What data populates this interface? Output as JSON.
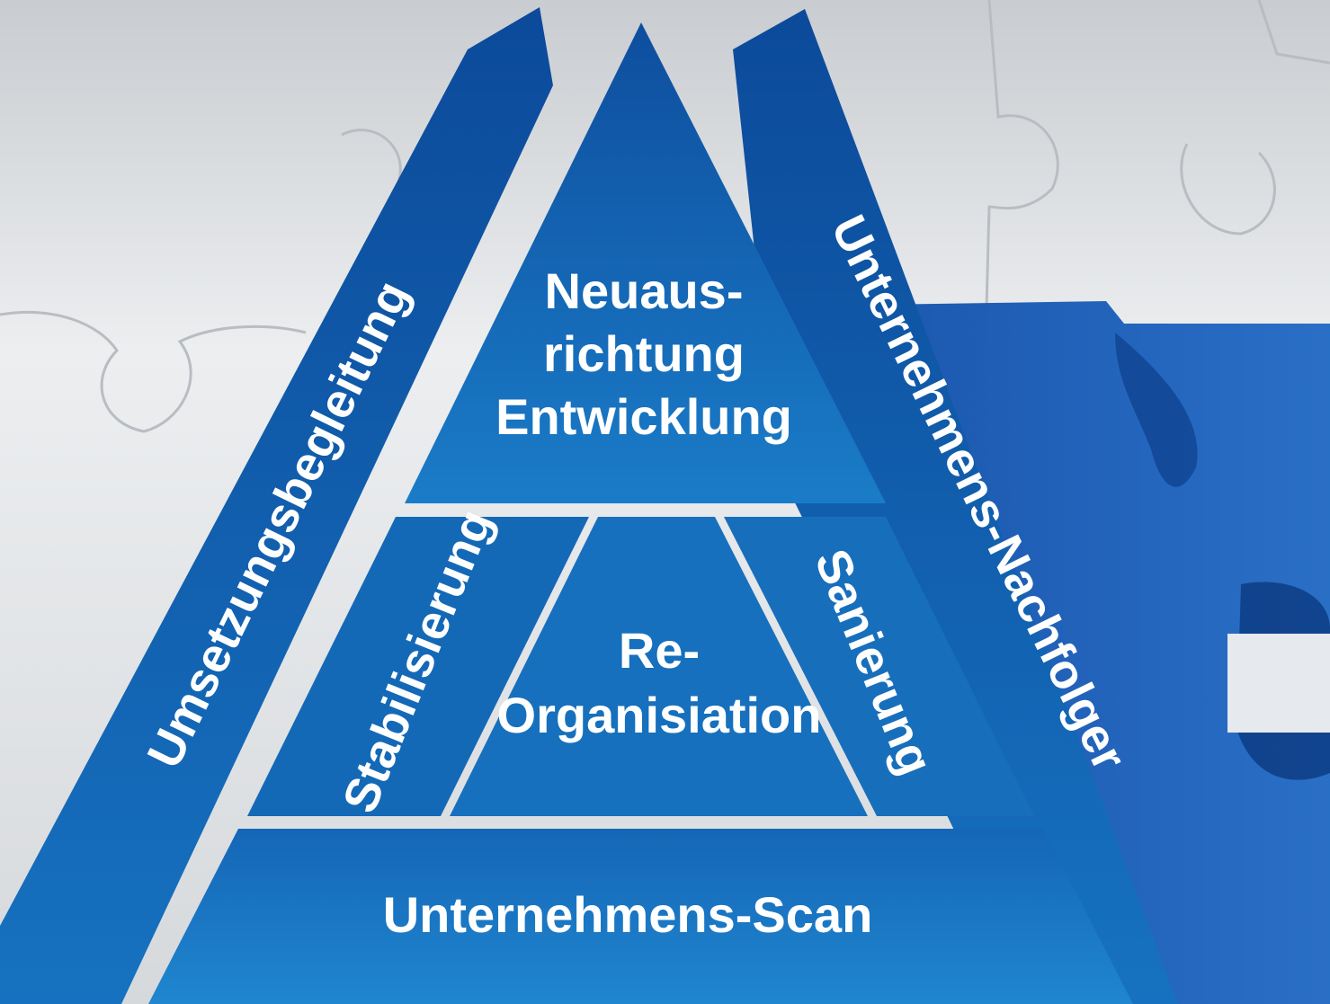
{
  "diagram": {
    "top_segment": {
      "lines": [
        "Neuaus-",
        "richtung",
        "Entwicklung"
      ]
    },
    "center_segment": {
      "lines": [
        "Re-",
        "Organisiation"
      ]
    },
    "left_segment": {
      "label": "Stabilisierung"
    },
    "right_segment": {
      "label": "Sanierung"
    },
    "base_segment": {
      "label": "Unternehmens-Scan"
    },
    "left_pillar": {
      "label": "Umsetzungsbegleitung"
    },
    "right_pillar": {
      "label": "Unternehmens-Nachfolger"
    }
  },
  "colors": {
    "segment_blue": "#1565b3",
    "segment_blue_dark": "#0d4f9c",
    "puzzle_blue": "#1f5fb8",
    "background_light": "#e9ebee"
  }
}
